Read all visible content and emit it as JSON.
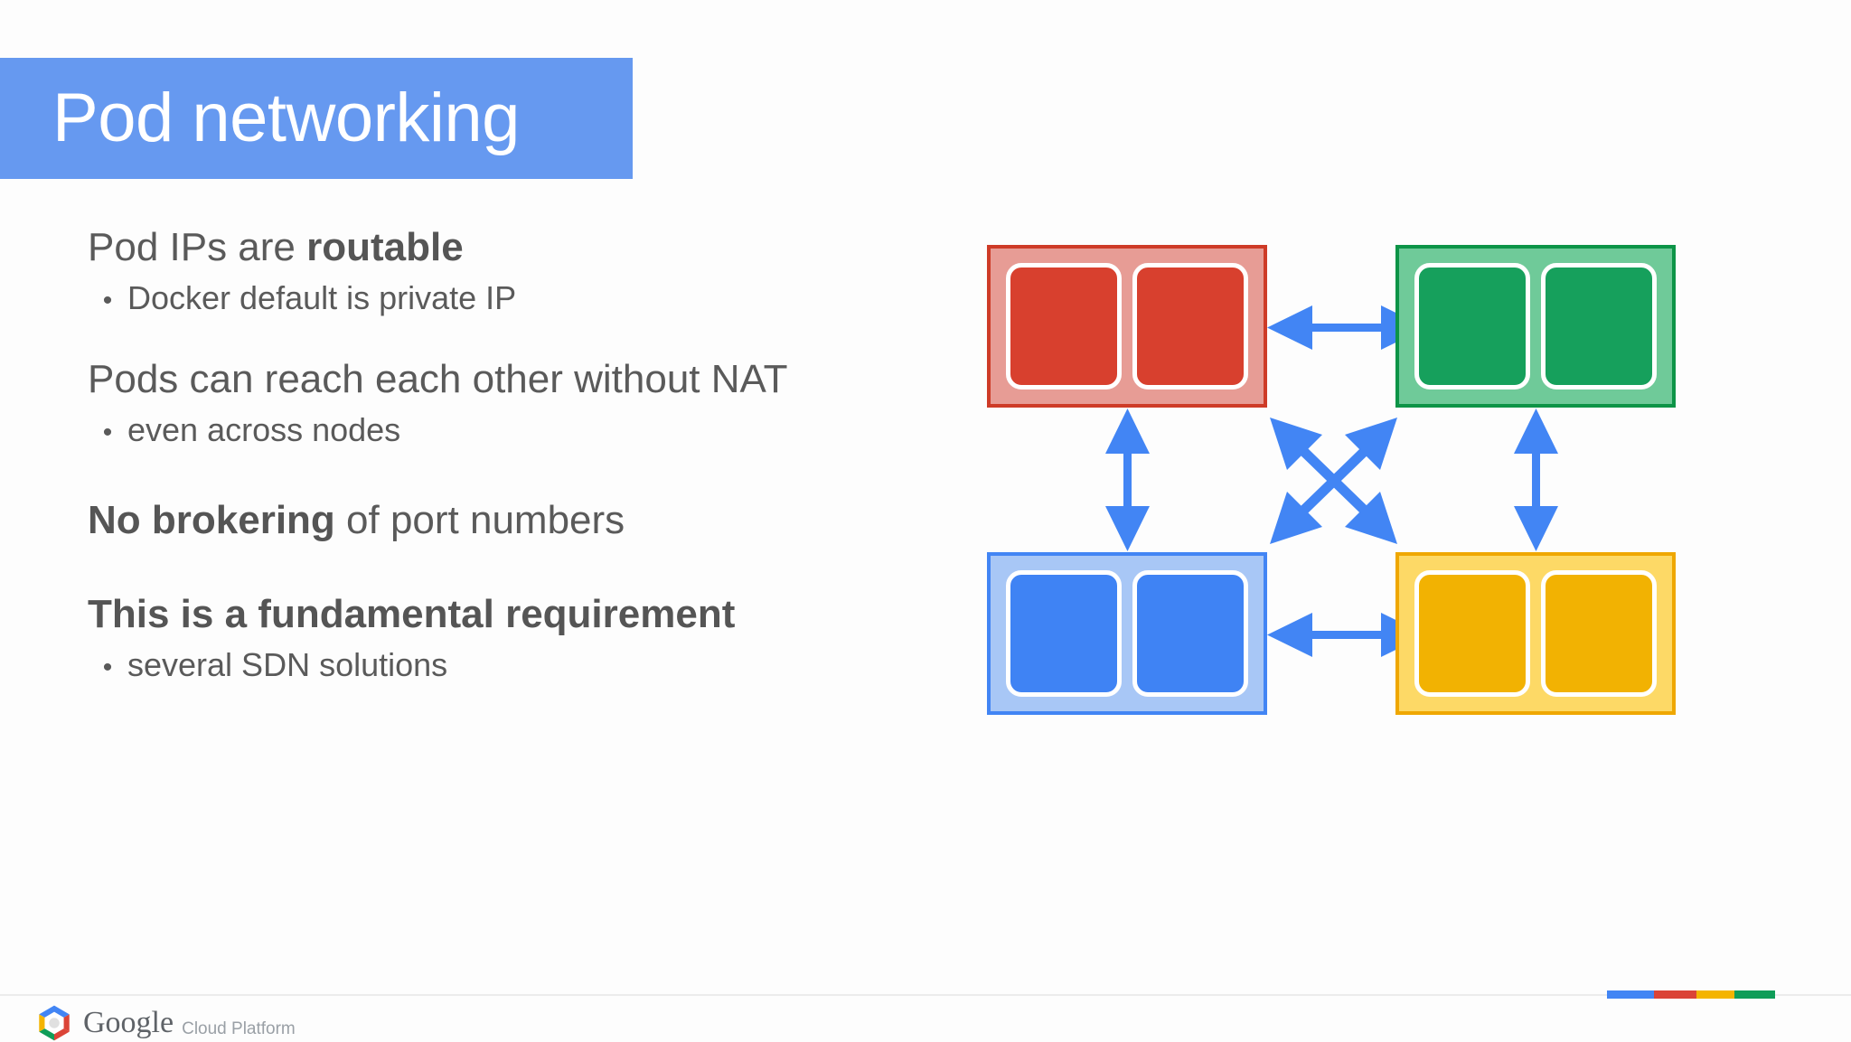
{
  "slide": {
    "title": "Pod networking",
    "title_banner_color": "#6699F0"
  },
  "body": {
    "blocks": [
      {
        "lead_prefix": "Pod IPs are ",
        "lead_bold": "routable",
        "lead_suffix": "",
        "bullet_marker": "•",
        "bullet_text": "Docker default is private IP"
      },
      {
        "lead_prefix": "Pods can reach each other without NAT",
        "lead_bold": "",
        "lead_suffix": "",
        "bullet_marker": "•",
        "bullet_text": "even across nodes"
      },
      {
        "lead_prefix": "",
        "lead_bold": "No brokering",
        "lead_suffix": " of port numbers",
        "bullet_marker": "",
        "bullet_text": ""
      },
      {
        "lead_prefix": "",
        "lead_bold": "This is a fundamental requirement",
        "lead_suffix": "",
        "bullet_marker": "•",
        "bullet_text": "several SDN solutions"
      }
    ],
    "text_color": "#5a5a5a"
  },
  "diagram": {
    "description": "Four nodes each containing two pods, connected pairwise by blue double-headed arrows",
    "arrow_color": "#4285F4",
    "nodes": [
      {
        "id": "red",
        "position": "top-left",
        "outer_color": "#E79C95",
        "border_color": "#CE3B27",
        "pod_color": "#D8402E",
        "pod_count": 2
      },
      {
        "id": "green",
        "position": "top-right",
        "outer_color": "#6FCA99",
        "border_color": "#0D9447",
        "pod_color": "#16A05C",
        "pod_count": 2
      },
      {
        "id": "blue",
        "position": "bottom-left",
        "outer_color": "#A8C7F6",
        "border_color": "#4285F4",
        "pod_color": "#3F83F4",
        "pod_count": 2
      },
      {
        "id": "yellow",
        "position": "bottom-right",
        "outer_color": "#FDD966",
        "border_color": "#EFA700",
        "pod_color": "#F2B202",
        "pod_count": 2
      }
    ],
    "connections": [
      {
        "from": "red",
        "to": "green",
        "style": "double-headed-horizontal"
      },
      {
        "from": "blue",
        "to": "yellow",
        "style": "double-headed-horizontal"
      },
      {
        "from": "red",
        "to": "blue",
        "style": "double-headed-vertical"
      },
      {
        "from": "green",
        "to": "yellow",
        "style": "double-headed-vertical"
      },
      {
        "from": "red",
        "to": "yellow",
        "style": "double-headed-diagonal"
      },
      {
        "from": "green",
        "to": "blue",
        "style": "double-headed-diagonal"
      }
    ]
  },
  "footer": {
    "brand_word": "Google",
    "brand_sub": "Cloud Platform",
    "color_bar": {
      "blue": "#4285F4",
      "red": "#DB4437",
      "yellow": "#F4B400",
      "green": "#0F9D58"
    }
  }
}
